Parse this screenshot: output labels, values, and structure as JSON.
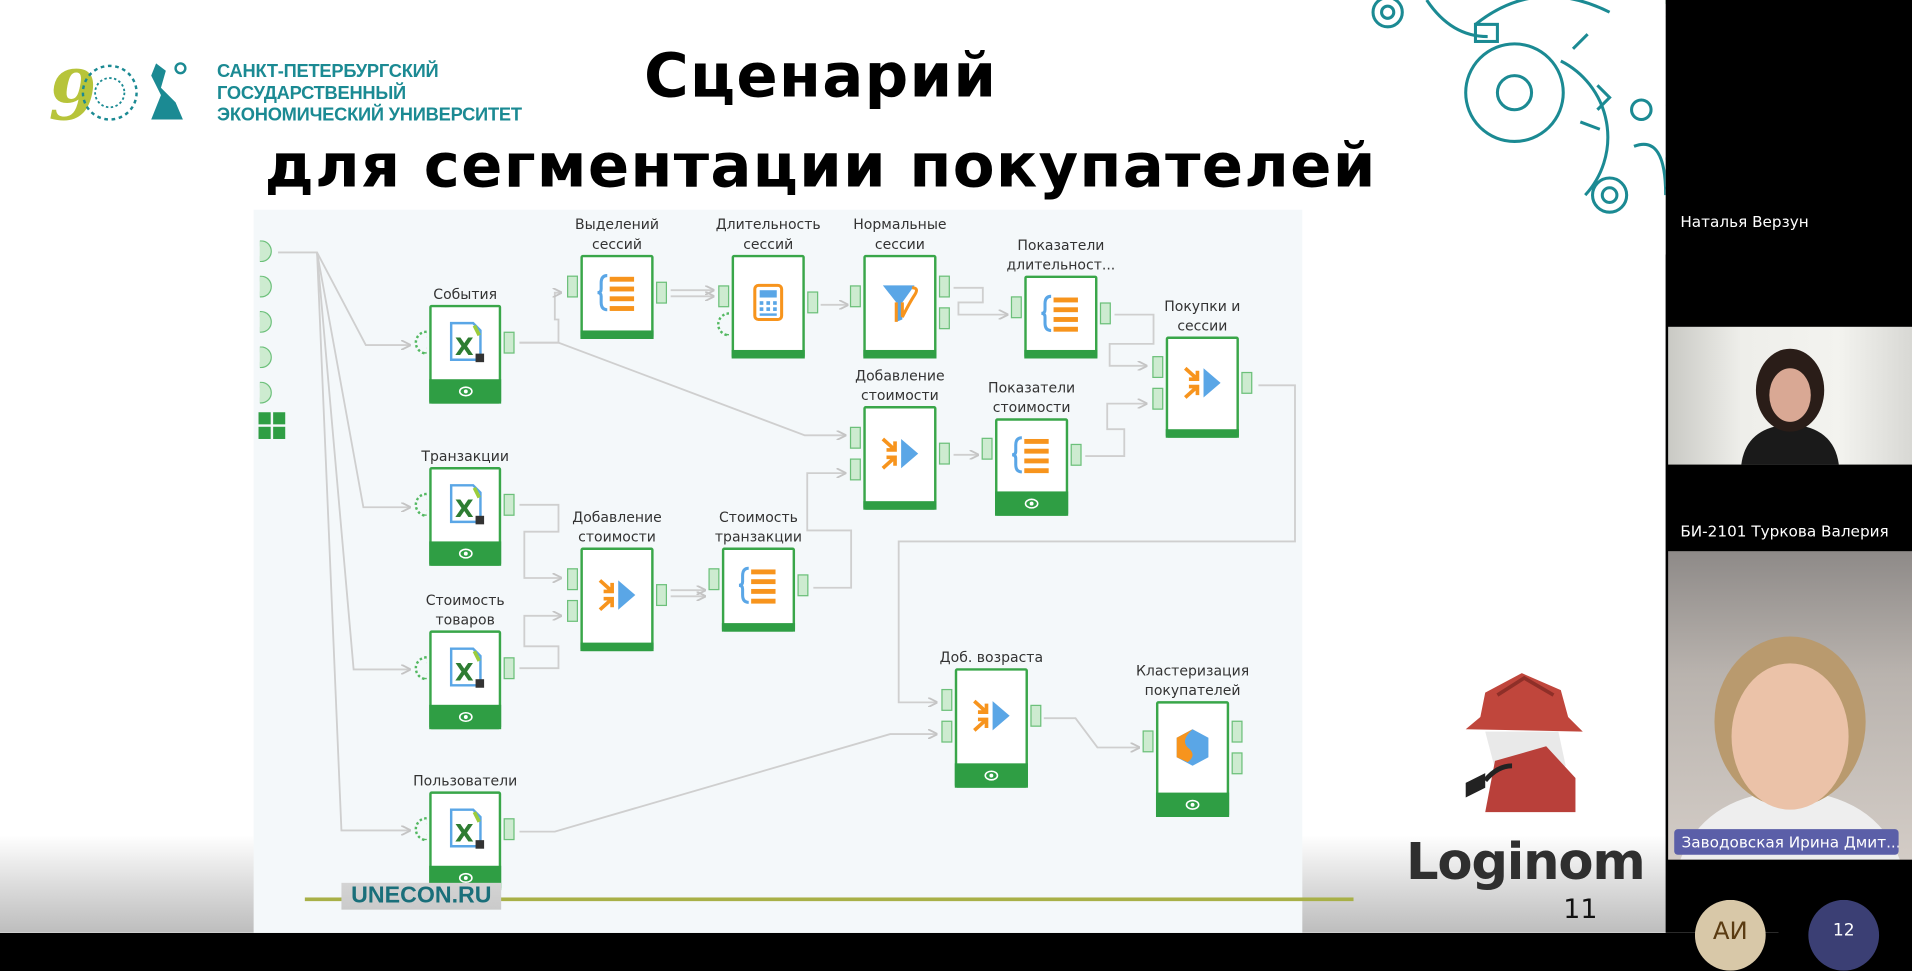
{
  "slide": {
    "title_line1": "Сценарий",
    "title_line2": "для сегментации покупателей",
    "university_lines": [
      "САНКТ-ПЕТЕРБУРГСКИЙ",
      "ГОСУДАРСТВЕННЫЙ",
      "ЭКОНОМИЧЕСКИЙ УНИВЕРСИТЕТ"
    ],
    "anniversary_logo": "90",
    "website": "UNECON.RU",
    "brand": "Loginom",
    "page_number": "11"
  },
  "workflow": {
    "nodes": {
      "events": "События",
      "transactions": "Транзакции",
      "goods_cost": "Стоимость\nтоваров",
      "users": "Пользователи",
      "session_extract": "Выделений\nсессий",
      "session_duration": "Длительность\nсессий",
      "normal_sessions": "Нормальные\nсессии",
      "duration_metrics": "Показатели\nдлительност...",
      "purchases_sessions": "Покупки и\nсессии",
      "add_cost_top": "Добавление\nстоимости",
      "cost_metrics": "Показатели\nстоимости",
      "add_cost_bottom": "Добавление\nстоимости",
      "transaction_cost": "Стоимость\nтранзакции",
      "add_age": "Доб. возраста",
      "customer_clustering": "Кластеризация\nпокупателей"
    }
  },
  "participants": {
    "p1_name": "Наталья Верзун",
    "p2_name": "БИ-2101 Туркова Валерия",
    "p3_name": "Заводовская Ирина Дмит...",
    "avatar_initials": "АИ",
    "more_count": "12"
  },
  "colors": {
    "green": "#39a649",
    "teal": "#1b8a93",
    "orange": "#f7941d",
    "blue": "#5aa6e6"
  }
}
